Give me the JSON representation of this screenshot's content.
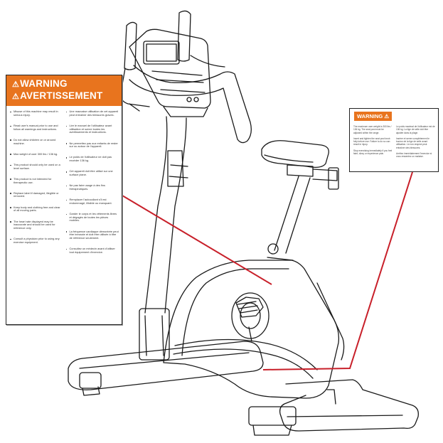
{
  "warning_label_main": {
    "title_line1": "WARNING",
    "title_line2": "AVERTISSEMENT",
    "left_items": [
      "Misuse of this machine may result in serious injury.",
      "Read user's manual prior to use and follow all warnings and instructions.",
      "Do not allow children on or around machine.",
      "Max weight of user 300 lbs / 136 kg.",
      "This product should only be used on a level surface.",
      "This product is not intended for therapeutic use.",
      "Replace label if damaged, illegible or removed.",
      "Keep body and clothing free and clear of all moving parts.",
      "The heart rate displayed may be inaccurate and should be used for reference only.",
      "Consult a physician prior to using any exercise equipment."
    ],
    "right_items": [
      "Une mauvaise utilisation de cet appareil peut entraîner des blessures graves.",
      "Lire le manuel de l'utilisateur avant utilisation et suivre toutes les avertissements et instructions.",
      "Ne permettez pas aux enfants de rester sur ou autour de l'appareil.",
      "Le poids de l'utilisateur ne doit pas excéder 136 kg.",
      "Cet appareil doit être utilisé sur une surface plane.",
      "Ne pas faire usage à des fins thérapeutiques.",
      "Remplacer l'autocollant s'il est endommagé, illisible ou manquant.",
      "Garder le corps et les vêtements libres et dégagés de toutes les pièces mobiles.",
      "La fréquence cardiaque démontrée peut être inexacte et doit être utilisée à titre de référence seulement.",
      "Consultez un médecin avant d'utiliser tout équipement d'exercice."
    ]
  },
  "warning_label_seat": {
    "title": "WARNING ⚠",
    "left_lines": [
      "The maximum user weight is 300 lbs / 136 kg. The seat post must be adjusted within the range.",
      "Insert and tighten the seat post knob fully before use. Failure to do so can result in injury.",
      "Stop exercising immediately if you feel faint, dizzy or experience pain."
    ],
    "right_lines": [
      "Le poids maximal de l'utilisateur est de 136 kg. La tige de selle doit être ajustée dans la plage.",
      "Insérer et serrer complètement le bouton de la tige de selle avant utilisation. Le non-respect peut entraîner des blessures.",
      "Arrêtez immédiatement l'exercice si vous ressentez un malaise."
    ]
  },
  "colors": {
    "warning_orange": "#e8741e",
    "leader_line_red": "#c8202a",
    "line_art": "#1a1a1a"
  }
}
